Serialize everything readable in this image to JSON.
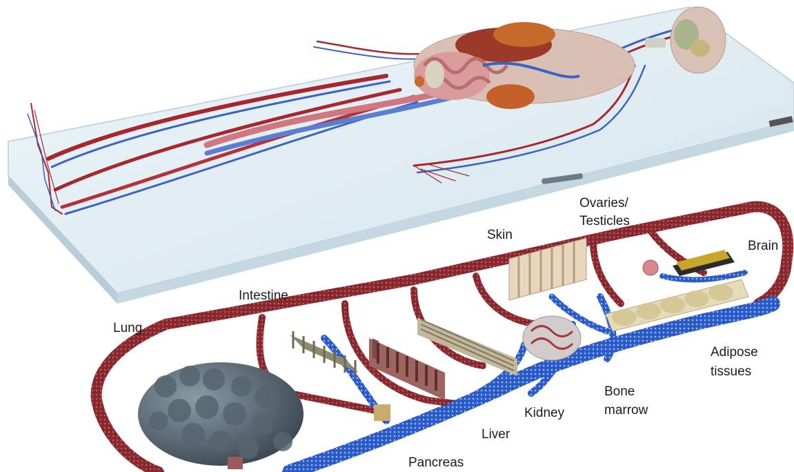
{
  "figure": {
    "top_panel": {
      "description_visible": false
    },
    "organ_labels": {
      "ovaries_testicles_line1": "Ovaries/",
      "ovaries_testicles_line2": "Testicles",
      "skin": "Skin",
      "brain": "Brain",
      "intestine": "Intestine",
      "lung": "Lung",
      "adipose_line1": "Adipose",
      "adipose_line2": "tissues",
      "bone_marrow_line1": "Bone",
      "bone_marrow_line2": "marrow",
      "kidney": "Kidney",
      "liver": "Liver",
      "pancreas": "Pancreas"
    },
    "colors": {
      "artery_red": "#a8262e",
      "vein_blue": "#3a63c2",
      "channel_red": "#8c2a30",
      "channel_blue": "#2e5fd0",
      "glass_slide": "#d8e8f0"
    }
  }
}
